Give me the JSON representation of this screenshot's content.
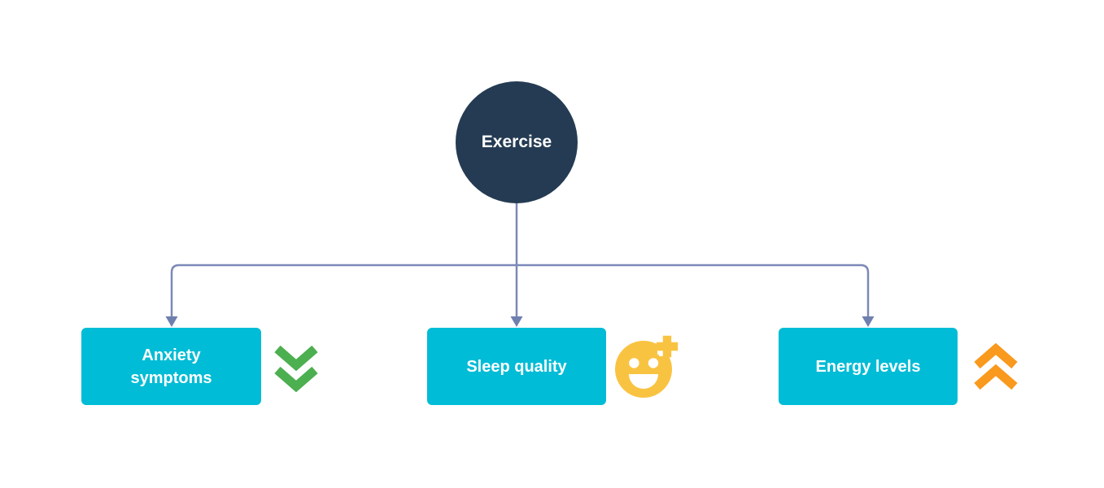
{
  "diagram": {
    "title_node": {
      "label": "Exercise"
    },
    "nodes": [
      {
        "label": "Anxiety symptoms",
        "effect": "decrease",
        "icon": "double-chevron-down-icon"
      },
      {
        "label": "Sleep quality",
        "effect": "improve",
        "icon": "smiley-plus-icon"
      },
      {
        "label": "Energy levels",
        "effect": "increase",
        "icon": "double-chevron-up-icon"
      }
    ],
    "colors": {
      "root_fill": "#243B53",
      "node_fill": "#00BCD6",
      "node_text": "#FFFFFF",
      "connector": "#7B89B8",
      "arrowhead": "#6F7FAE",
      "decrease_icon_green": "#4CAF50",
      "increase_icon_orange": "#F9991D",
      "smiley_icon_yellow": "#F9C342"
    }
  }
}
